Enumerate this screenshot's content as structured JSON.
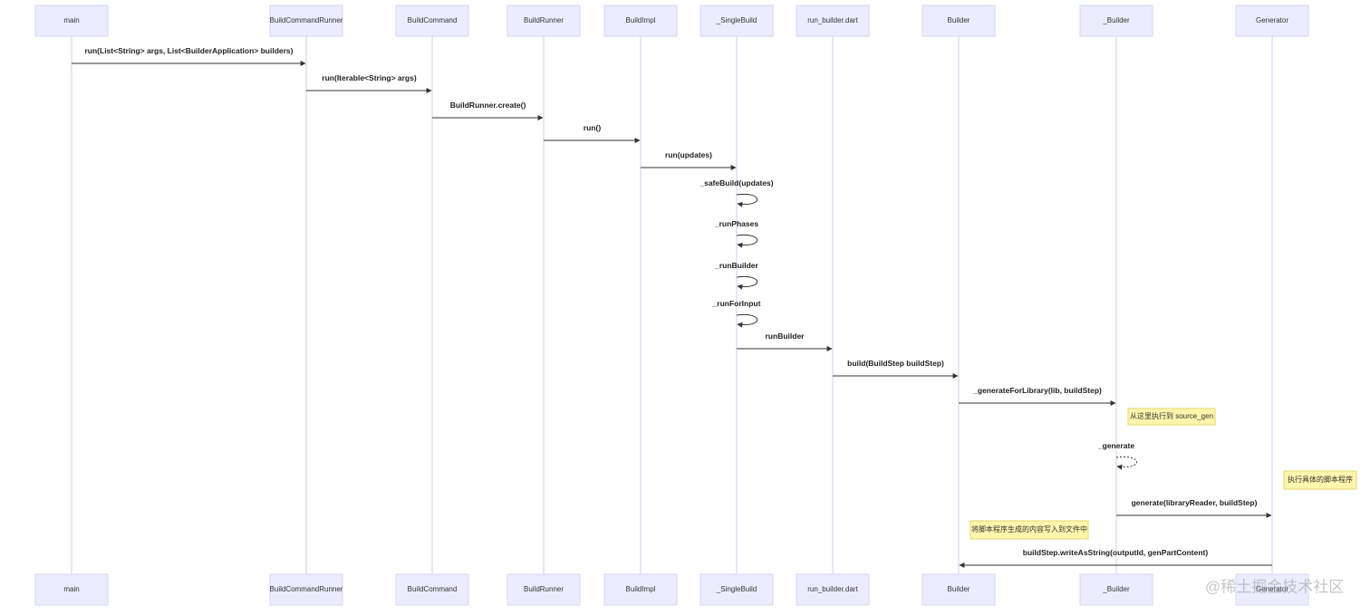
{
  "actors": [
    "main",
    "BuildCommandRunner",
    "BuildCommand",
    "BuildRunner",
    "BuildImpl",
    "_SingleBuild",
    "run_builder.dart",
    "Builder",
    "_Builder",
    "Generator"
  ],
  "messages": [
    {
      "from": 0,
      "to": 1,
      "label": "run(List<String> args, List<BuilderApplication> builders)",
      "style": "solid"
    },
    {
      "from": 1,
      "to": 2,
      "label": "run(Iterable<String> args)",
      "style": "solid"
    },
    {
      "from": 2,
      "to": 3,
      "label": "BuildRunner.create()",
      "style": "solid"
    },
    {
      "from": 3,
      "to": 4,
      "label": "run()",
      "style": "solid"
    },
    {
      "from": 4,
      "to": 5,
      "label": "run(updates)",
      "style": "solid"
    },
    {
      "from": 5,
      "to": 5,
      "label": "_safeBuild(updates)",
      "style": "solid"
    },
    {
      "from": 5,
      "to": 5,
      "label": "_runPhases",
      "style": "solid"
    },
    {
      "from": 5,
      "to": 5,
      "label": "_runBuilder",
      "style": "solid"
    },
    {
      "from": 5,
      "to": 5,
      "label": "_runForInput",
      "style": "solid"
    },
    {
      "from": 5,
      "to": 6,
      "label": "runBuilder",
      "style": "solid"
    },
    {
      "from": 6,
      "to": 7,
      "label": "build(BuildStep buildStep)",
      "style": "solid"
    },
    {
      "from": 7,
      "to": 8,
      "label": "_generateForLibrary(lib, buildStep)",
      "style": "solid"
    },
    {
      "from": 8,
      "to": 8,
      "label": "_generate",
      "style": "dotted"
    },
    {
      "from": 8,
      "to": 9,
      "label": "generate(libraryReader, buildStep)",
      "style": "solid"
    },
    {
      "from": 9,
      "to": 7,
      "label": "buildStep.writeAsString(outputId, genPartContent)",
      "style": "solid"
    }
  ],
  "notes": [
    {
      "text": "从这里执行到 source_gen",
      "anchor": "right-of",
      "actor": 8
    },
    {
      "text": "执行具体的脚本程序",
      "anchor": "right-of",
      "actor": 9
    },
    {
      "text": "将脚本程序生成的内容写入到文件中",
      "anchor": "right-of",
      "actor": 7
    }
  ],
  "watermark": "@稀土掘金技术社区",
  "colors": {
    "actor_fill": "#ECECFF",
    "actor_stroke": "#D6D6F5",
    "lifeline": "#CFCFE9",
    "note_fill": "#FFF5AD",
    "note_stroke": "#E6D96A",
    "line": "#333333"
  }
}
